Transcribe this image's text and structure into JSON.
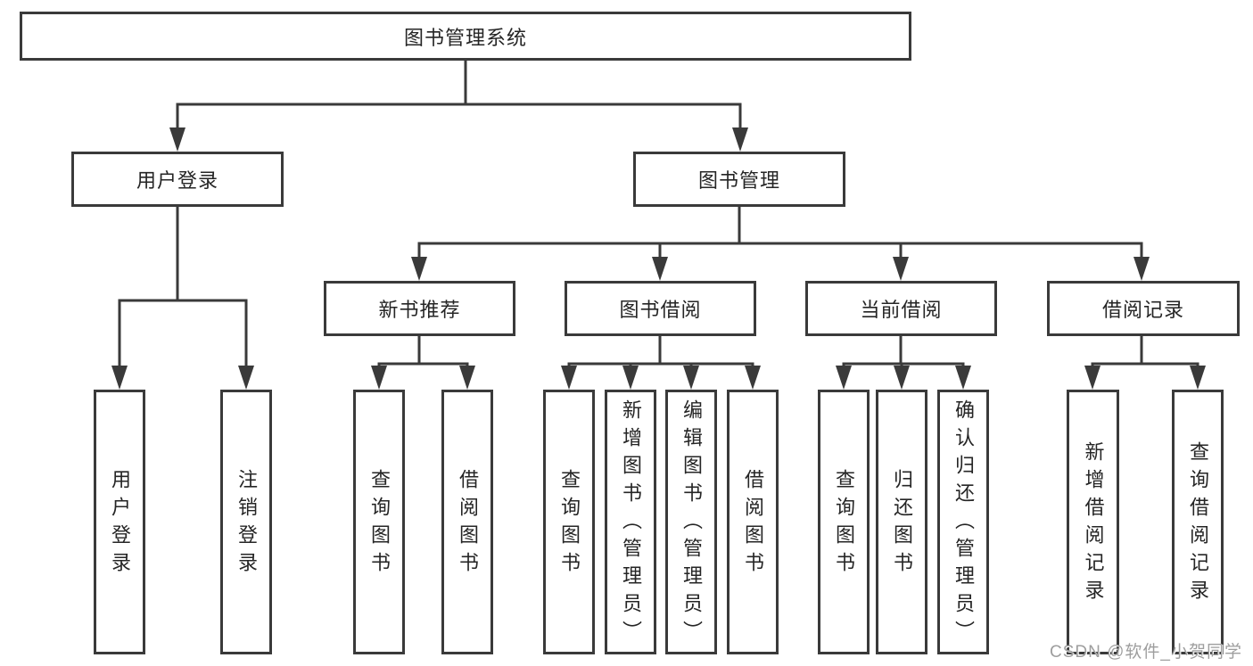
{
  "diagram": {
    "root": "图书管理系统",
    "branches": {
      "user_login": "用户登录",
      "book_management": "图书管理"
    },
    "modules": [
      "新书推荐",
      "图书借阅",
      "当前借阅",
      "借阅记录"
    ],
    "leaves": {
      "user_login": [
        "用户登录",
        "注销登录"
      ],
      "new_book_recommend": [
        "查询图书",
        "借阅图书"
      ],
      "book_borrow": [
        "查询图书",
        "新增图书（管理员）",
        "编辑图书（管理员）",
        "借阅图书"
      ],
      "current_borrow": [
        "查询图书",
        "归还图书",
        "确认归还（管理员）"
      ],
      "borrow_records": [
        "新增借阅记录",
        "查询借阅记录"
      ]
    },
    "colors": {
      "line": "#3a3a3a",
      "text": "#252525",
      "background": "#ffffff",
      "watermark": "#9e9e9e"
    },
    "watermark": "CSDN @软件_小贺同学"
  }
}
